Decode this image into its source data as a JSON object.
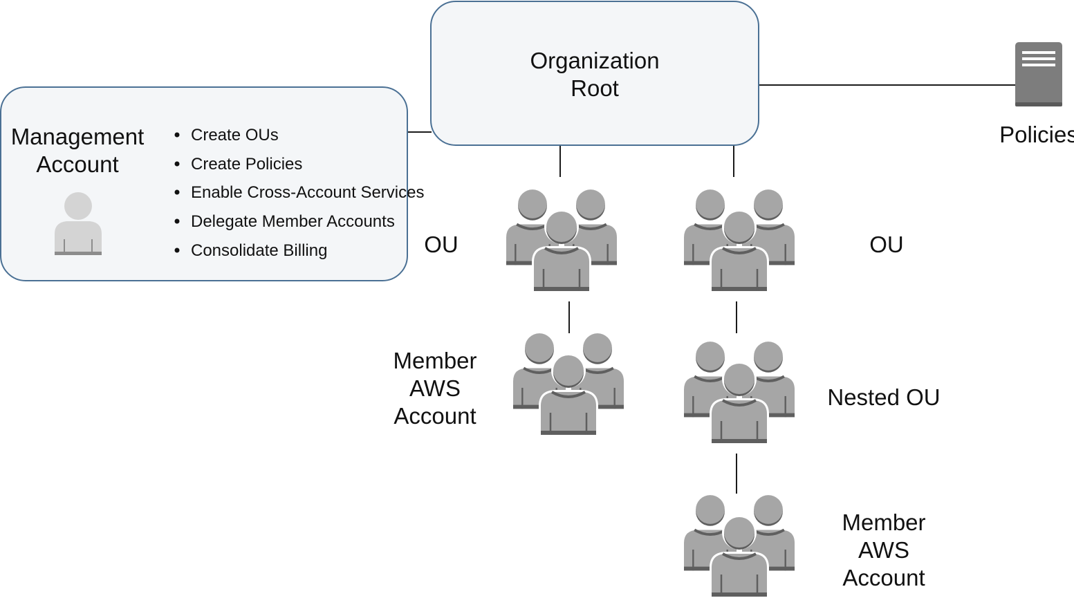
{
  "organization_root": {
    "lines": [
      "Organization",
      "Root"
    ]
  },
  "management_account": {
    "title_lines": [
      "Management",
      "Account"
    ],
    "icon": "user-icon",
    "capabilities": [
      "Create OUs",
      "Create Policies",
      "Enable Cross-Account Services",
      "Delegate Member Accounts",
      "Consolidate Billing"
    ]
  },
  "policies": {
    "label": "Policies",
    "icon": "server-icon"
  },
  "left_branch": {
    "ou_label": "OU",
    "member_label_lines": [
      "Member",
      "AWS",
      "Account"
    ],
    "icon": "group-icon"
  },
  "right_branch": {
    "ou_label": "OU",
    "nested_ou_label": "Nested OU",
    "member_label_lines": [
      "Member",
      "AWS",
      "Account"
    ],
    "icon": "group-icon"
  },
  "colors": {
    "box_fill": "#f4f6f8",
    "box_stroke": "#4a7094",
    "icon_light": "#a6a6a6",
    "icon_dark": "#5f5f5f",
    "user_icon_light": "#d4d4d4",
    "user_icon_dark": "#8c8c8c",
    "server_body": "#7d7d7d"
  }
}
